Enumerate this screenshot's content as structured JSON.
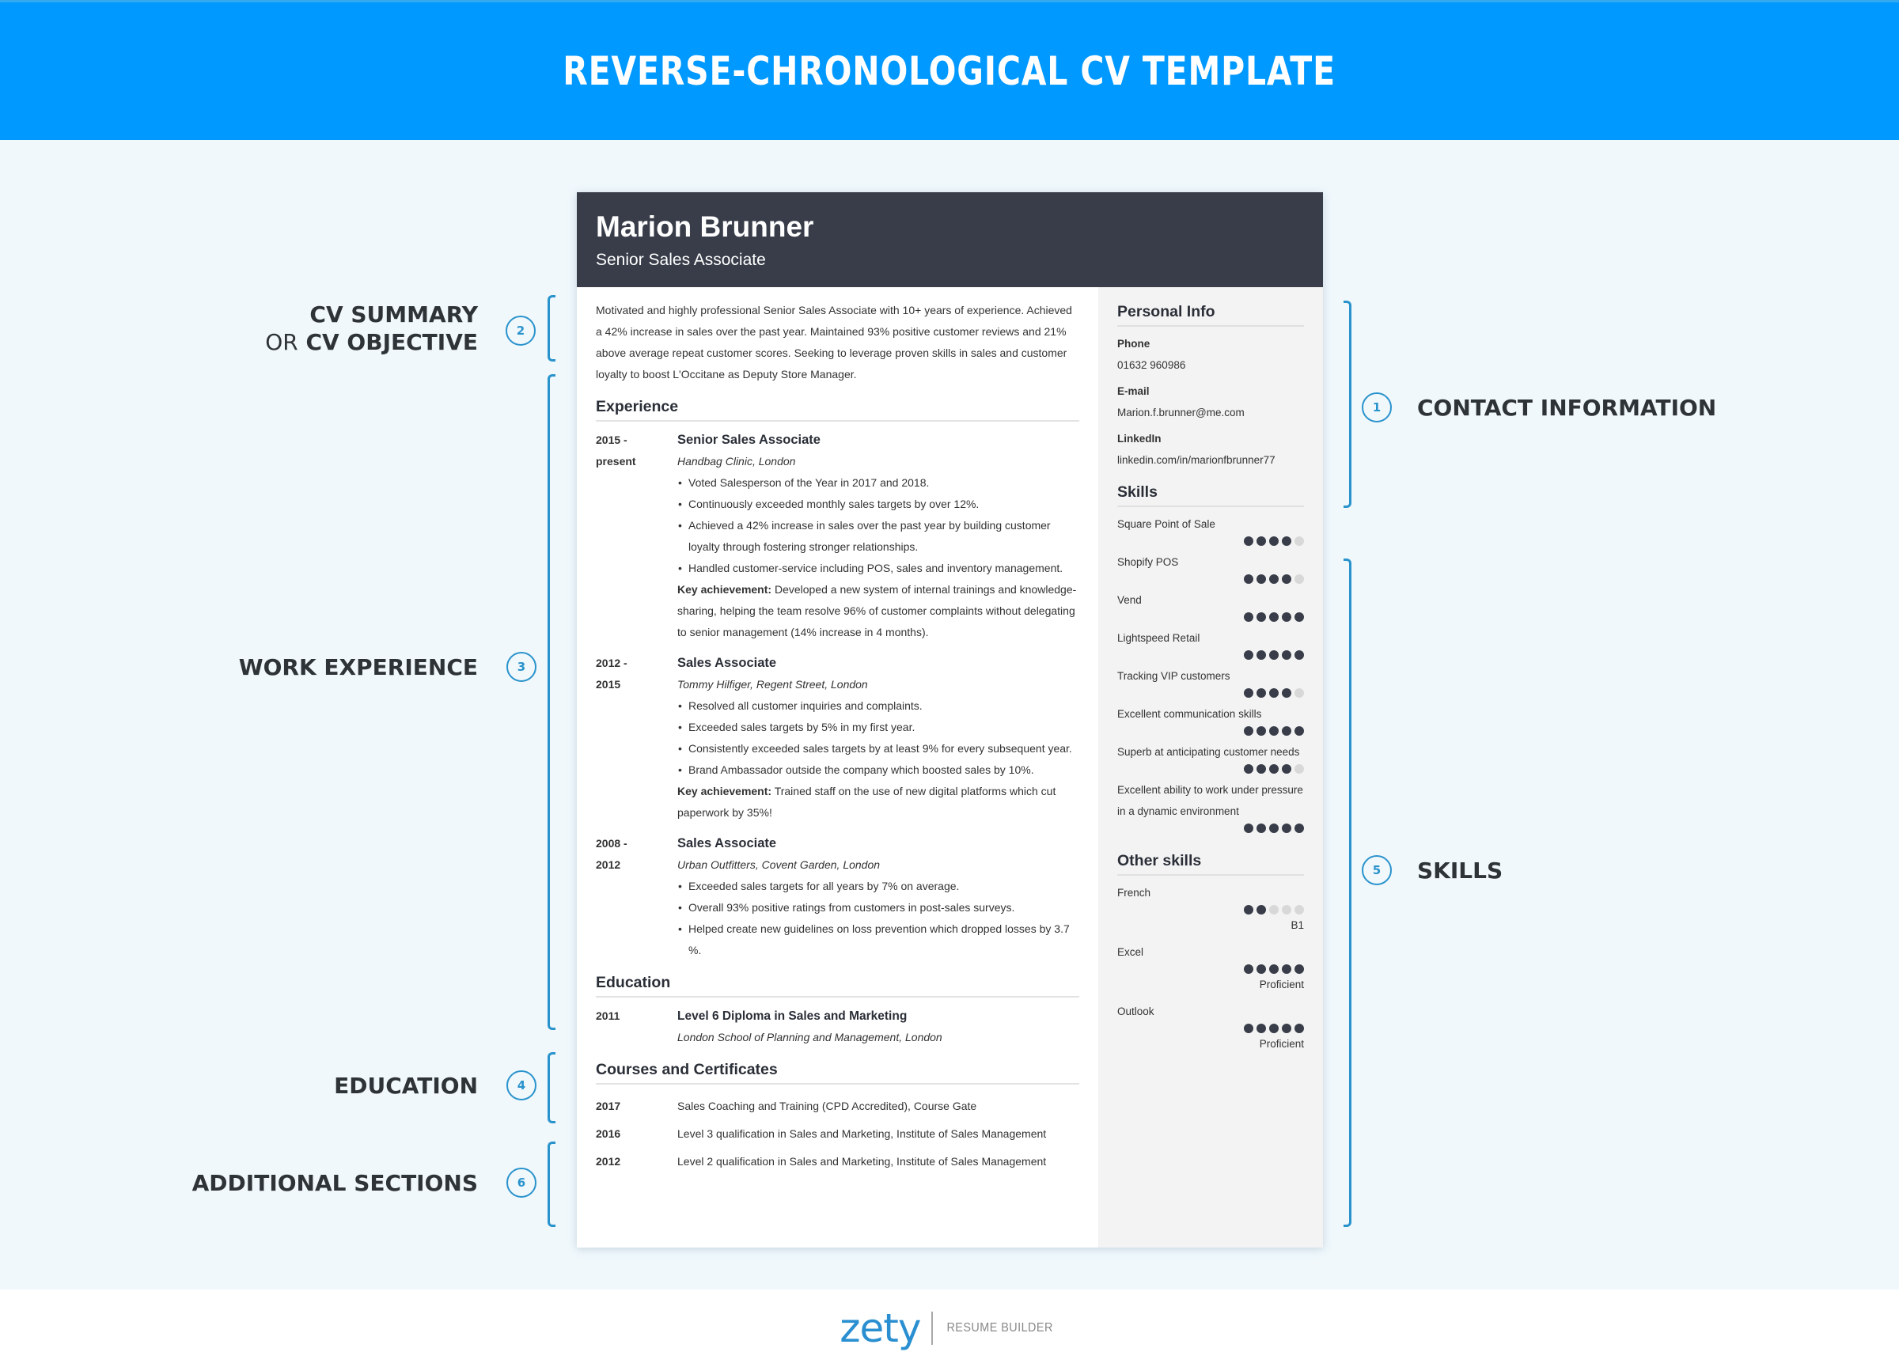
{
  "banner": {
    "title": "REVERSE-CHRONOLOGICAL CV TEMPLATE",
    "color": "#0099ff"
  },
  "annotations": {
    "left": [
      {
        "number": "2",
        "label_bold": "CV SUMMARY",
        "label_prefix": "OR",
        "label_bold2": "CV OBJECTIVE"
      },
      {
        "number": "3",
        "label": "WORK EXPERIENCE"
      },
      {
        "number": "4",
        "label": "EDUCATION"
      },
      {
        "number": "6",
        "label": "ADDITIONAL SECTIONS"
      }
    ],
    "right": [
      {
        "number": "1",
        "label": "CONTACT INFORMATION"
      },
      {
        "number": "5",
        "label": "SKILLS"
      }
    ],
    "accent_color": "#2a93cc"
  },
  "resume": {
    "name": "Marion Brunner",
    "title": "Senior Sales Associate",
    "summary": "Motivated and highly professional Senior Sales Associate with 10+ years of experience. Achieved a 42% increase in sales over the past year. Maintained 93% positive customer reviews and 21% above average repeat customer scores. Seeking to leverage proven skills in sales and customer loyalty to boost L'Occitane as Deputy Store Manager.",
    "experience": {
      "heading": "Experience",
      "jobs": [
        {
          "date_start": "2015 -",
          "date_end": "present",
          "title": "Senior Sales Associate",
          "company": "Handbag Clinic, London",
          "bullets": [
            "Voted Salesperson of the Year in 2017 and 2018.",
            "Continuously exceeded monthly sales targets by over 12%.",
            "Achieved a 42% increase in sales over the past year by building customer loyalty through fostering stronger relationships.",
            "Handled customer-service including POS, sales and inventory management."
          ],
          "key_label": "Key achievement:",
          "key_text": " Developed a new system of internal trainings and knowledge-sharing, helping the team resolve 96% of customer complaints without delegating to senior management (14% increase in 4 months)."
        },
        {
          "date_start": "2012 -",
          "date_end": "2015",
          "title": "Sales Associate",
          "company": "Tommy Hilfiger, Regent Street, London",
          "bullets": [
            "Resolved all customer inquiries and complaints.",
            "Exceeded sales targets by 5% in my first year.",
            "Consistently exceeded sales targets by at least 9% for every subsequent year.",
            "Brand Ambassador outside the company which boosted sales by 10%."
          ],
          "key_label": "Key achievement:",
          "key_text": " Trained staff on the use of new digital platforms which cut paperwork by 35%!"
        },
        {
          "date_start": "2008 -",
          "date_end": "2012",
          "title": "Sales Associate",
          "company": "Urban Outfitters, Covent Garden, London",
          "bullets": [
            "Exceeded sales targets for all years by 7% on average.",
            "Overall 93% positive ratings from customers in post-sales surveys.",
            "Helped create new guidelines on loss prevention which dropped losses by 3.7 %."
          ]
        }
      ]
    },
    "education": {
      "heading": "Education",
      "items": [
        {
          "date": "2011",
          "degree": "Level 6 Diploma in Sales and Marketing",
          "school": "London School of Planning and Management, London"
        }
      ]
    },
    "courses": {
      "heading": "Courses and Certificates",
      "items": [
        {
          "date": "2017",
          "text": "Sales Coaching and Training (CPD Accredited), Course Gate"
        },
        {
          "date": "2016",
          "text": "Level 3 qualification in Sales and Marketing, Institute of Sales Management"
        },
        {
          "date": "2012",
          "text": "Level 2 qualification in Sales and Marketing, Institute of Sales Management"
        }
      ]
    },
    "personal_info": {
      "heading": "Personal Info",
      "phone_label": "Phone",
      "phone": "01632 960986",
      "email_label": "E-mail",
      "email": "Marion.f.brunner@me.com",
      "linkedin_label": "LinkedIn",
      "linkedin": "linkedin.com/in/marionfbrunner77"
    },
    "skills": {
      "heading": "Skills",
      "items": [
        {
          "name": "Square Point of Sale",
          "rating": 4
        },
        {
          "name": "Shopify POS",
          "rating": 4
        },
        {
          "name": "Vend",
          "rating": 5
        },
        {
          "name": "Lightspeed Retail",
          "rating": 5
        },
        {
          "name": "Tracking VIP customers",
          "rating": 4
        },
        {
          "name": "Excellent communication skills",
          "rating": 5
        },
        {
          "name": "Superb at anticipating customer needs",
          "rating": 4
        },
        {
          "name": "Excellent ability to work under pressure in a dynamic environment",
          "rating": 5
        }
      ]
    },
    "other_skills": {
      "heading": "Other skills",
      "items": [
        {
          "name": "French",
          "rating": 2,
          "level": "B1"
        },
        {
          "name": "Excel",
          "rating": 5,
          "level": "Proficient"
        },
        {
          "name": "Outlook",
          "rating": 5,
          "level": "Proficient"
        }
      ]
    },
    "header_color": "#383d49",
    "sidebar_color": "#f3f3f3"
  },
  "footer": {
    "logo": "zety",
    "tagline": "RESUME BUILDER"
  }
}
